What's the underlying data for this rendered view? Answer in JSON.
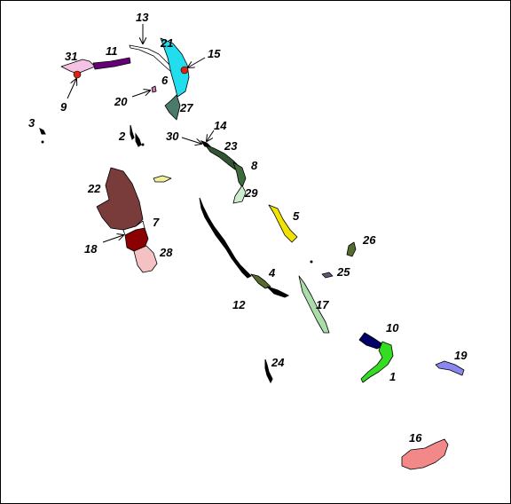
{
  "map": {
    "regions": [
      {
        "key": "r1",
        "label": "1",
        "color": "#33dd22"
      },
      {
        "key": "r2",
        "label": "2",
        "color": "#000000"
      },
      {
        "key": "r3",
        "label": "3",
        "color": "#000000"
      },
      {
        "key": "r4",
        "label": "4",
        "color": "#556b2f"
      },
      {
        "key": "r5",
        "label": "5",
        "color": "#f2e200"
      },
      {
        "key": "r6",
        "label": "6",
        "color": "#22ddee"
      },
      {
        "key": "r7",
        "label": "7",
        "color": "#ffffff"
      },
      {
        "key": "r8",
        "label": "8",
        "color": "#3d6b3d"
      },
      {
        "key": "r9",
        "label": "9",
        "color": "#dd2211"
      },
      {
        "key": "r10",
        "label": "10",
        "color": "#000066"
      },
      {
        "key": "r11",
        "label": "11",
        "color": "#660077"
      },
      {
        "key": "r12",
        "label": "12",
        "color": "#000000"
      },
      {
        "key": "r13",
        "label": "13",
        "color": "#33cccc"
      },
      {
        "key": "r14",
        "label": "14",
        "color": "#667744"
      },
      {
        "key": "r15",
        "label": "15",
        "color": "#dd2211"
      },
      {
        "key": "r16",
        "label": "16",
        "color": "#f28888"
      },
      {
        "key": "r17",
        "label": "17",
        "color": "#aaddaa"
      },
      {
        "key": "r18",
        "label": "18",
        "color": "#8b0000"
      },
      {
        "key": "r19",
        "label": "19",
        "color": "#8888ee"
      },
      {
        "key": "r20",
        "label": "20",
        "color": "#cc77aa"
      },
      {
        "key": "r21",
        "label": "21",
        "color": "#ffffff"
      },
      {
        "key": "r22",
        "label": "22",
        "color": "#7a3b3b"
      },
      {
        "key": "r23",
        "label": "23",
        "color": "#335533"
      },
      {
        "key": "r24",
        "label": "24",
        "color": "#000000"
      },
      {
        "key": "r25",
        "label": "25",
        "color": "#665577"
      },
      {
        "key": "r26",
        "label": "26",
        "color": "#556b2f"
      },
      {
        "key": "r27",
        "label": "27",
        "color": "#4a7a6a"
      },
      {
        "key": "r28",
        "label": "28",
        "color": "#f4c2c2"
      },
      {
        "key": "r29",
        "label": "29",
        "color": "#cceecc"
      },
      {
        "key": "r30",
        "label": "30",
        "color": "#000000"
      },
      {
        "key": "r31",
        "label": "31",
        "color": "#f4c2e4"
      },
      {
        "key": "unlabeled",
        "label": "",
        "color": "#f2ee99"
      }
    ]
  }
}
